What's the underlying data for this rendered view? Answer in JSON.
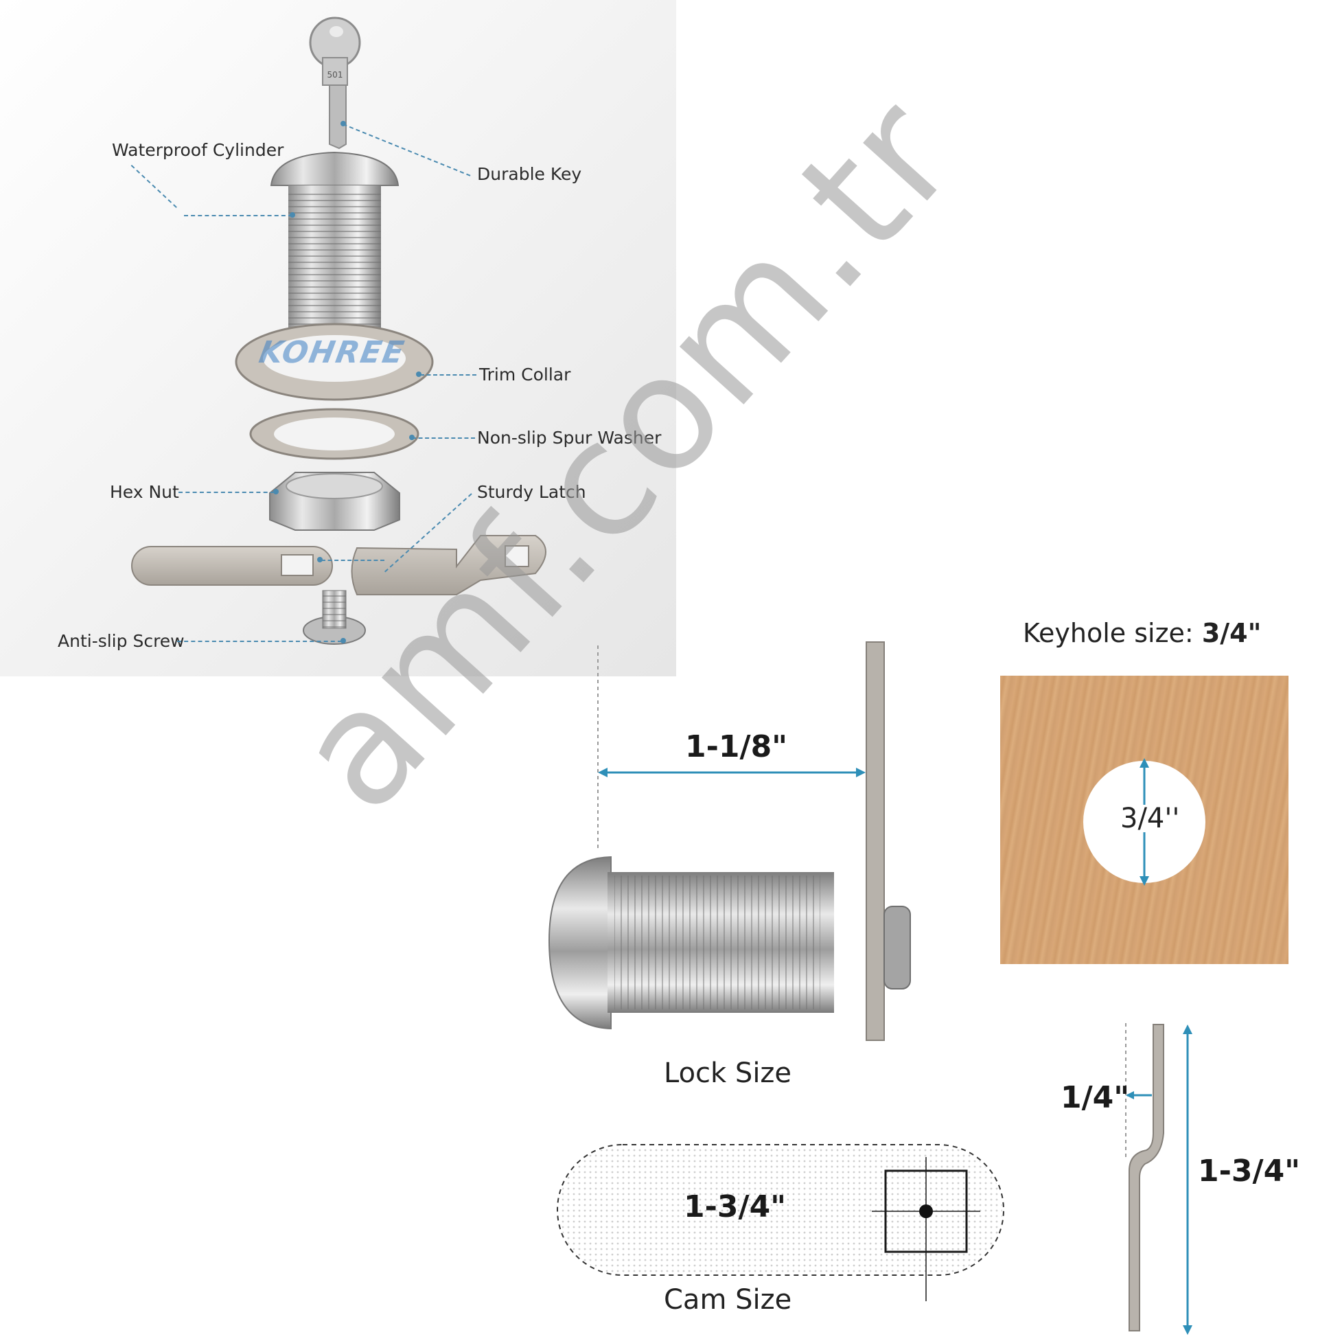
{
  "exploded_view": {
    "brand": "KOHREE",
    "key_code": "501",
    "labels": {
      "waterproof_cylinder": "Waterproof Cylinder",
      "durable_key": "Durable Key",
      "trim_collar": "Trim Collar",
      "spur_washer": "Non-slip Spur Washer",
      "hex_nut": "Hex Nut",
      "sturdy_latch": "Sturdy Latch",
      "anti_slip_screw": "Anti-slip Screw"
    }
  },
  "lock_size": {
    "dimension": "1-1/8\"",
    "caption": "Lock Size"
  },
  "cam_size": {
    "dimension": "1-3/4\"",
    "caption": "Cam Size"
  },
  "keyhole": {
    "title_prefix": "Keyhole size:",
    "title_value": "3/4\"",
    "hole_label": "3/4''"
  },
  "cam_profile": {
    "offset": "1/4\"",
    "length": "1-3/4\""
  },
  "watermark": "amf.com.tr",
  "colors": {
    "leader_line": "#4a8ab0",
    "dimension_line": "#2e8fb8",
    "wood": "#d8a677"
  }
}
